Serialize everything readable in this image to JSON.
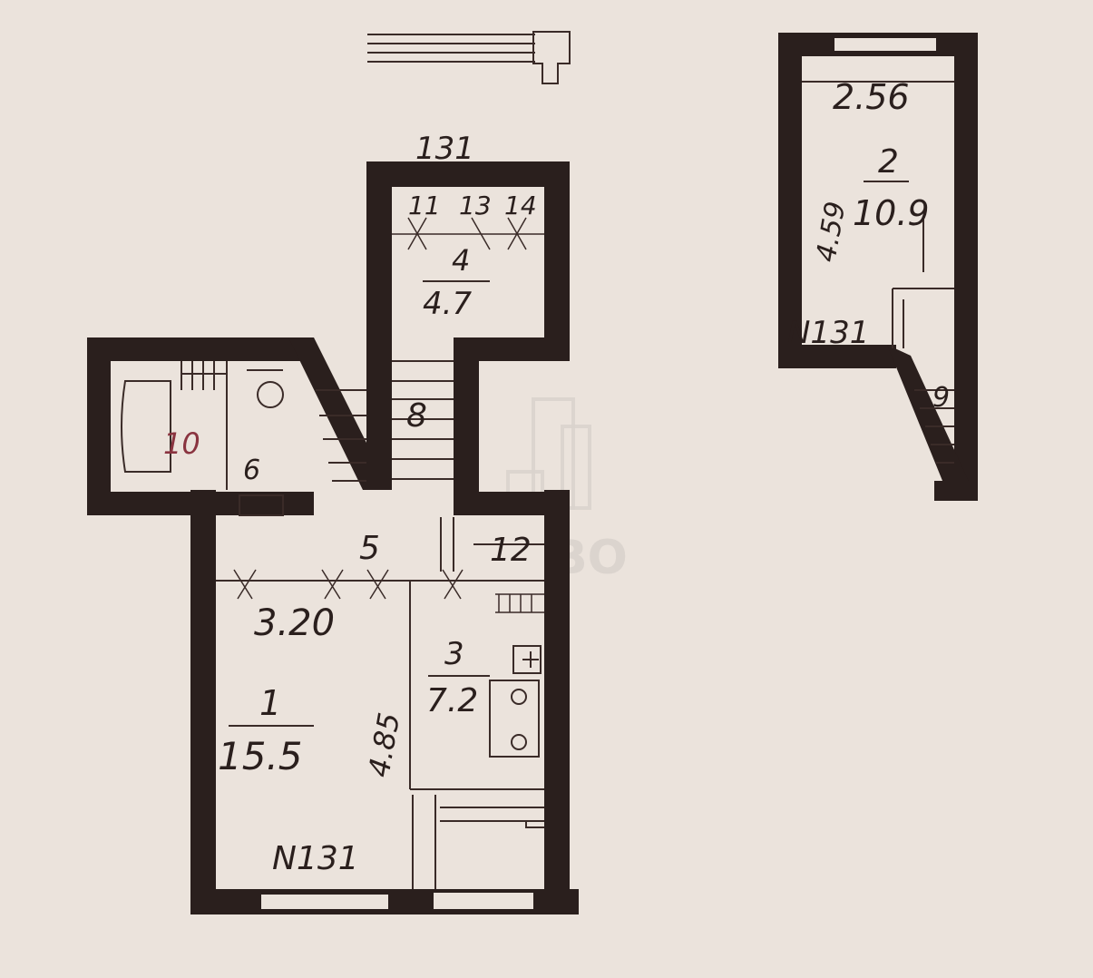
{
  "plan": {
    "rooms": [
      {
        "id": "room-1",
        "number": "1",
        "area": "15.5",
        "width": "3.20",
        "length": "4.85"
      },
      {
        "id": "room-2",
        "number": "2",
        "area": "10.9",
        "width": "2.56",
        "length": "4.59"
      },
      {
        "id": "room-3",
        "number": "3",
        "area": "7.2"
      },
      {
        "id": "room-4",
        "number": "4",
        "area": "4.7"
      },
      {
        "id": "room-5",
        "number": "5"
      },
      {
        "id": "room-6",
        "number": "6"
      },
      {
        "id": "room-8",
        "number": "8"
      },
      {
        "id": "room-9",
        "number": "9"
      },
      {
        "id": "room-10",
        "number": "10"
      },
      {
        "id": "room-11",
        "number": "11"
      },
      {
        "id": "room-12",
        "number": "12"
      },
      {
        "id": "room-13",
        "number": "13"
      },
      {
        "id": "room-14",
        "number": "14"
      }
    ],
    "sheet_marks": [
      "131",
      "N131",
      "N131"
    ],
    "watermark": "BO"
  }
}
